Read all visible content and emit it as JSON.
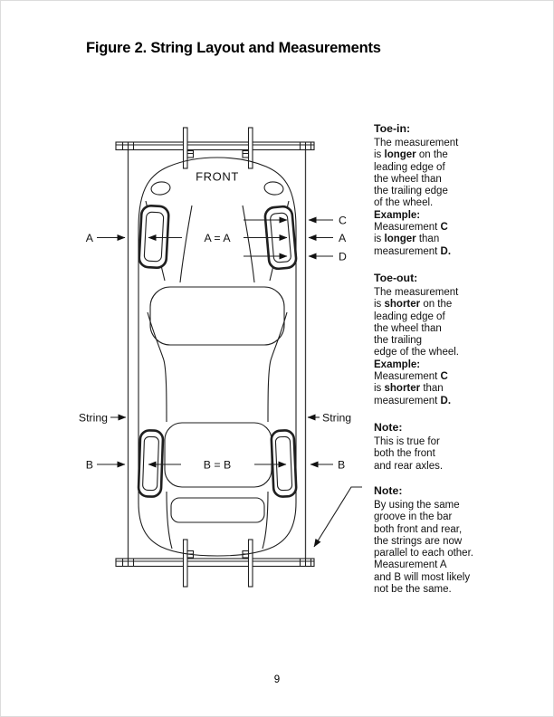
{
  "page": {
    "title": "Figure 2. String Layout and Measurements",
    "page_number": "9"
  },
  "notes": {
    "toe_in": {
      "heading": "Toe-in:",
      "lines": [
        [
          "The measurement"
        ],
        [
          "is ",
          {
            "b": "longer"
          },
          " on the"
        ],
        [
          "leading edge of"
        ],
        [
          "the wheel than"
        ],
        [
          "the trailing edge"
        ],
        [
          "of the wheel."
        ],
        [
          {
            "b": "Example:"
          }
        ],
        [
          "Measurement ",
          {
            "b": "C"
          }
        ],
        [
          "is ",
          {
            "b": "longer"
          },
          " than"
        ],
        [
          "measurement ",
          {
            "b": "D."
          }
        ]
      ]
    },
    "toe_out": {
      "heading": "Toe-out:",
      "lines": [
        [
          "The measurement"
        ],
        [
          "is ",
          {
            "b": "shorter"
          },
          " on the"
        ],
        [
          "leading edge of"
        ],
        [
          "the wheel than"
        ],
        [
          "the trailing"
        ],
        [
          "edge of the wheel."
        ],
        [
          {
            "b": "Example:"
          }
        ],
        [
          "Measurement ",
          {
            "b": "C"
          }
        ],
        [
          "is ",
          {
            "b": "shorter"
          },
          " than"
        ],
        [
          "measurement ",
          {
            "b": "D."
          }
        ]
      ]
    },
    "note_axles": {
      "heading": "Note:",
      "lines": [
        [
          "This is true for"
        ],
        [
          "both the front"
        ],
        [
          "and rear axles."
        ]
      ]
    },
    "note_groove": {
      "heading": "Note:",
      "lines": [
        [
          "By using the same"
        ],
        [
          "groove in the bar"
        ],
        [
          "both front and rear,"
        ],
        [
          "the strings are now"
        ],
        [
          "parallel to each other."
        ],
        [
          "Measurement A"
        ],
        [
          "and B will most likely"
        ],
        [
          "not be the same."
        ]
      ]
    }
  },
  "diagram": {
    "front_label": "FRONT",
    "front_equation": "A = A",
    "rear_equation": "B = B",
    "label_a_left": "A",
    "label_c": "C",
    "label_a_right": "A",
    "label_d": "D",
    "label_b_left": "B",
    "label_b_right": "B",
    "string_left_label": "String",
    "string_right_label": "String",
    "line_color": "#1f1f1f"
  }
}
